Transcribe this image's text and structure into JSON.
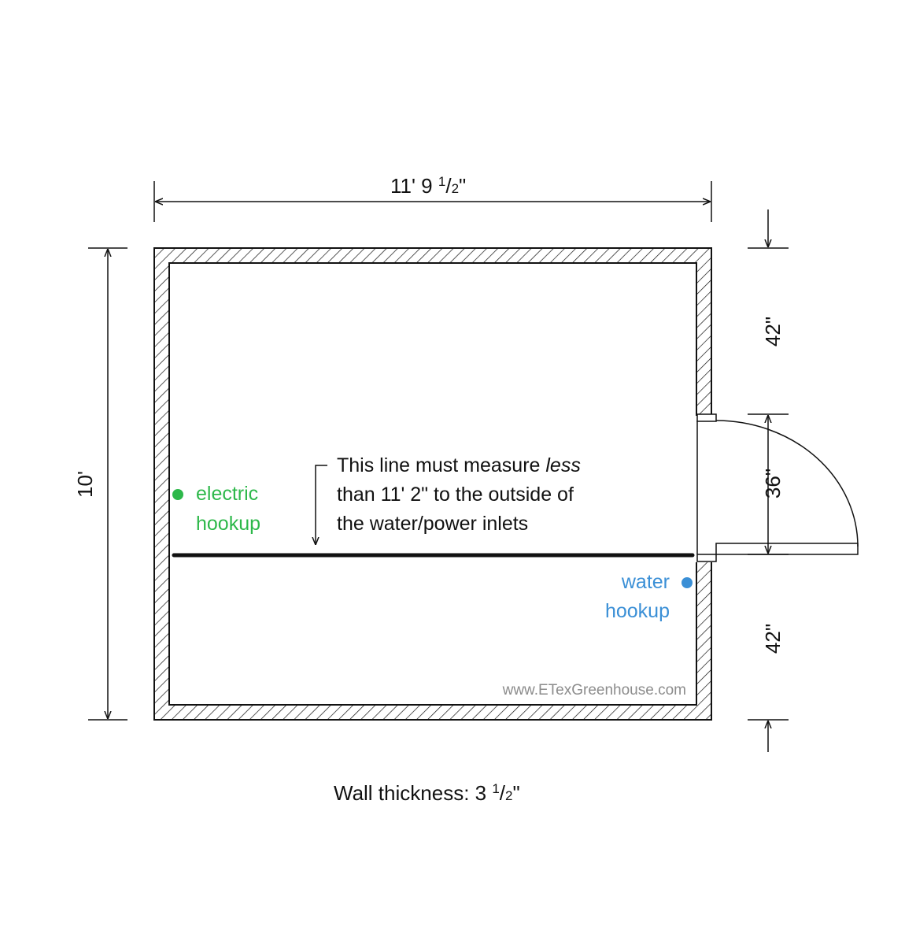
{
  "dimensions": {
    "width": {
      "main": "11' 9  ",
      "num": "1",
      "frac": "/",
      "den": "2",
      "unit": "\""
    },
    "height": "10'",
    "side_top": "42\"",
    "door_width": "36\"",
    "side_bottom": "42\""
  },
  "annotation": {
    "line1_before": "This line must measure ",
    "line1_em": "less",
    "line2": "than 11' 2\" to the outside of",
    "line3": "the water/power inlets"
  },
  "labels": {
    "electric_line1": "electric",
    "electric_line2": "hookup",
    "water_line1": "water",
    "water_line2": "hookup"
  },
  "watermark": "www.ETexGreenhouse.com",
  "wall_note": {
    "main": "Wall thickness: 3 ",
    "num": "1",
    "frac": "/",
    "den": "2",
    "unit": "\""
  },
  "colors": {
    "electric": "#2db84a",
    "water": "#3a8fd6",
    "line": "#111111"
  }
}
